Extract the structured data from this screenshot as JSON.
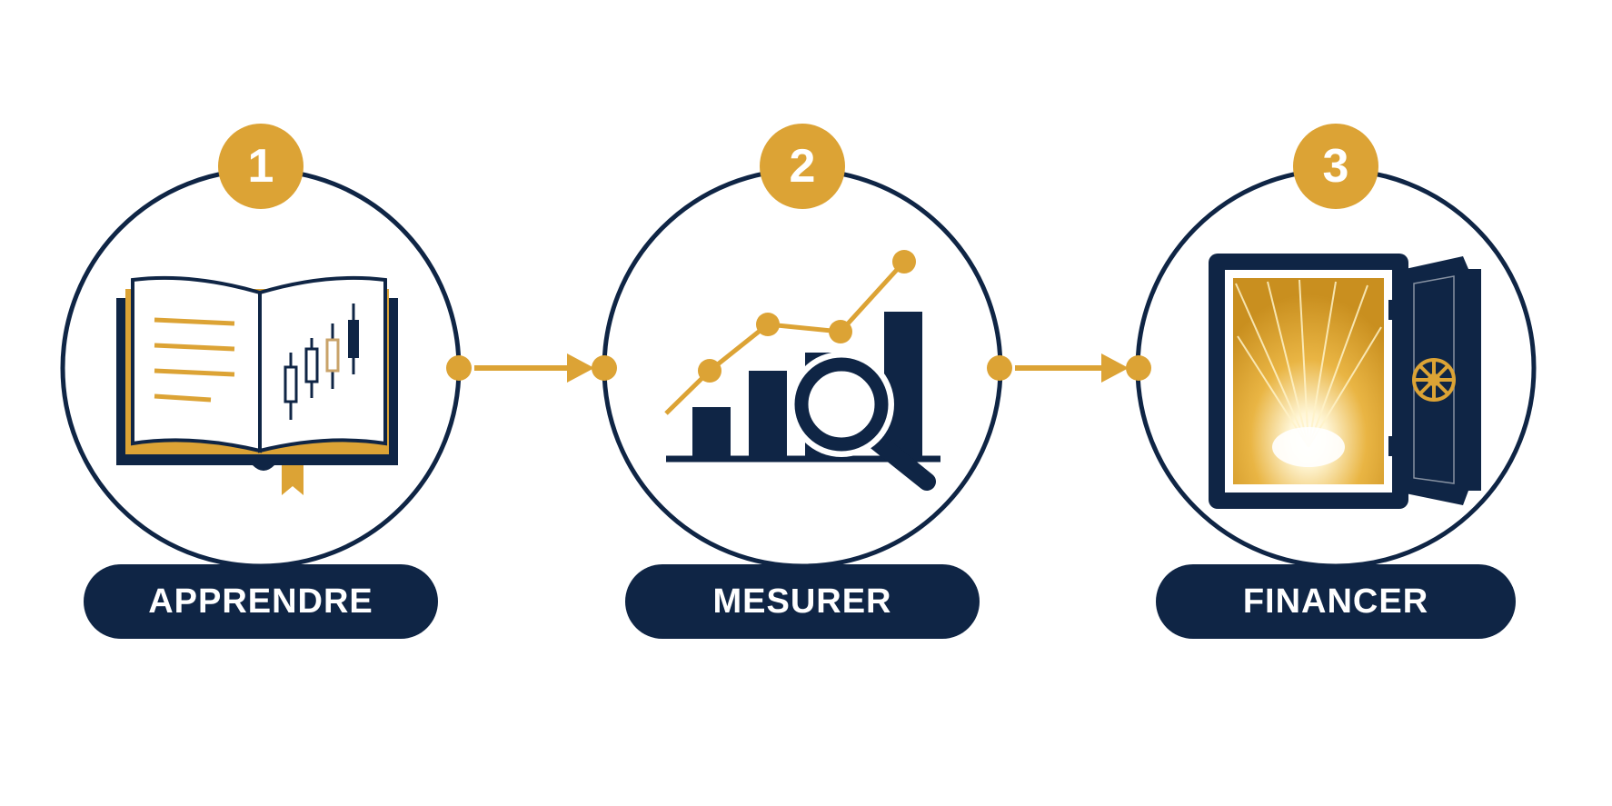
{
  "colors": {
    "navy": "#0f2545",
    "gold": "#dca335",
    "white": "#ffffff"
  },
  "steps": [
    {
      "number": "1",
      "label": "APPRENDRE",
      "icon": "open-book-candlestick-icon"
    },
    {
      "number": "2",
      "label": "MESURER",
      "icon": "bar-chart-magnifier-icon"
    },
    {
      "number": "3",
      "label": "FINANCER",
      "icon": "open-safe-icon"
    }
  ],
  "connectors": [
    {
      "from": "1",
      "to": "2",
      "icon": "arrow-right-icon"
    },
    {
      "from": "2",
      "to": "3",
      "icon": "arrow-right-icon"
    }
  ]
}
